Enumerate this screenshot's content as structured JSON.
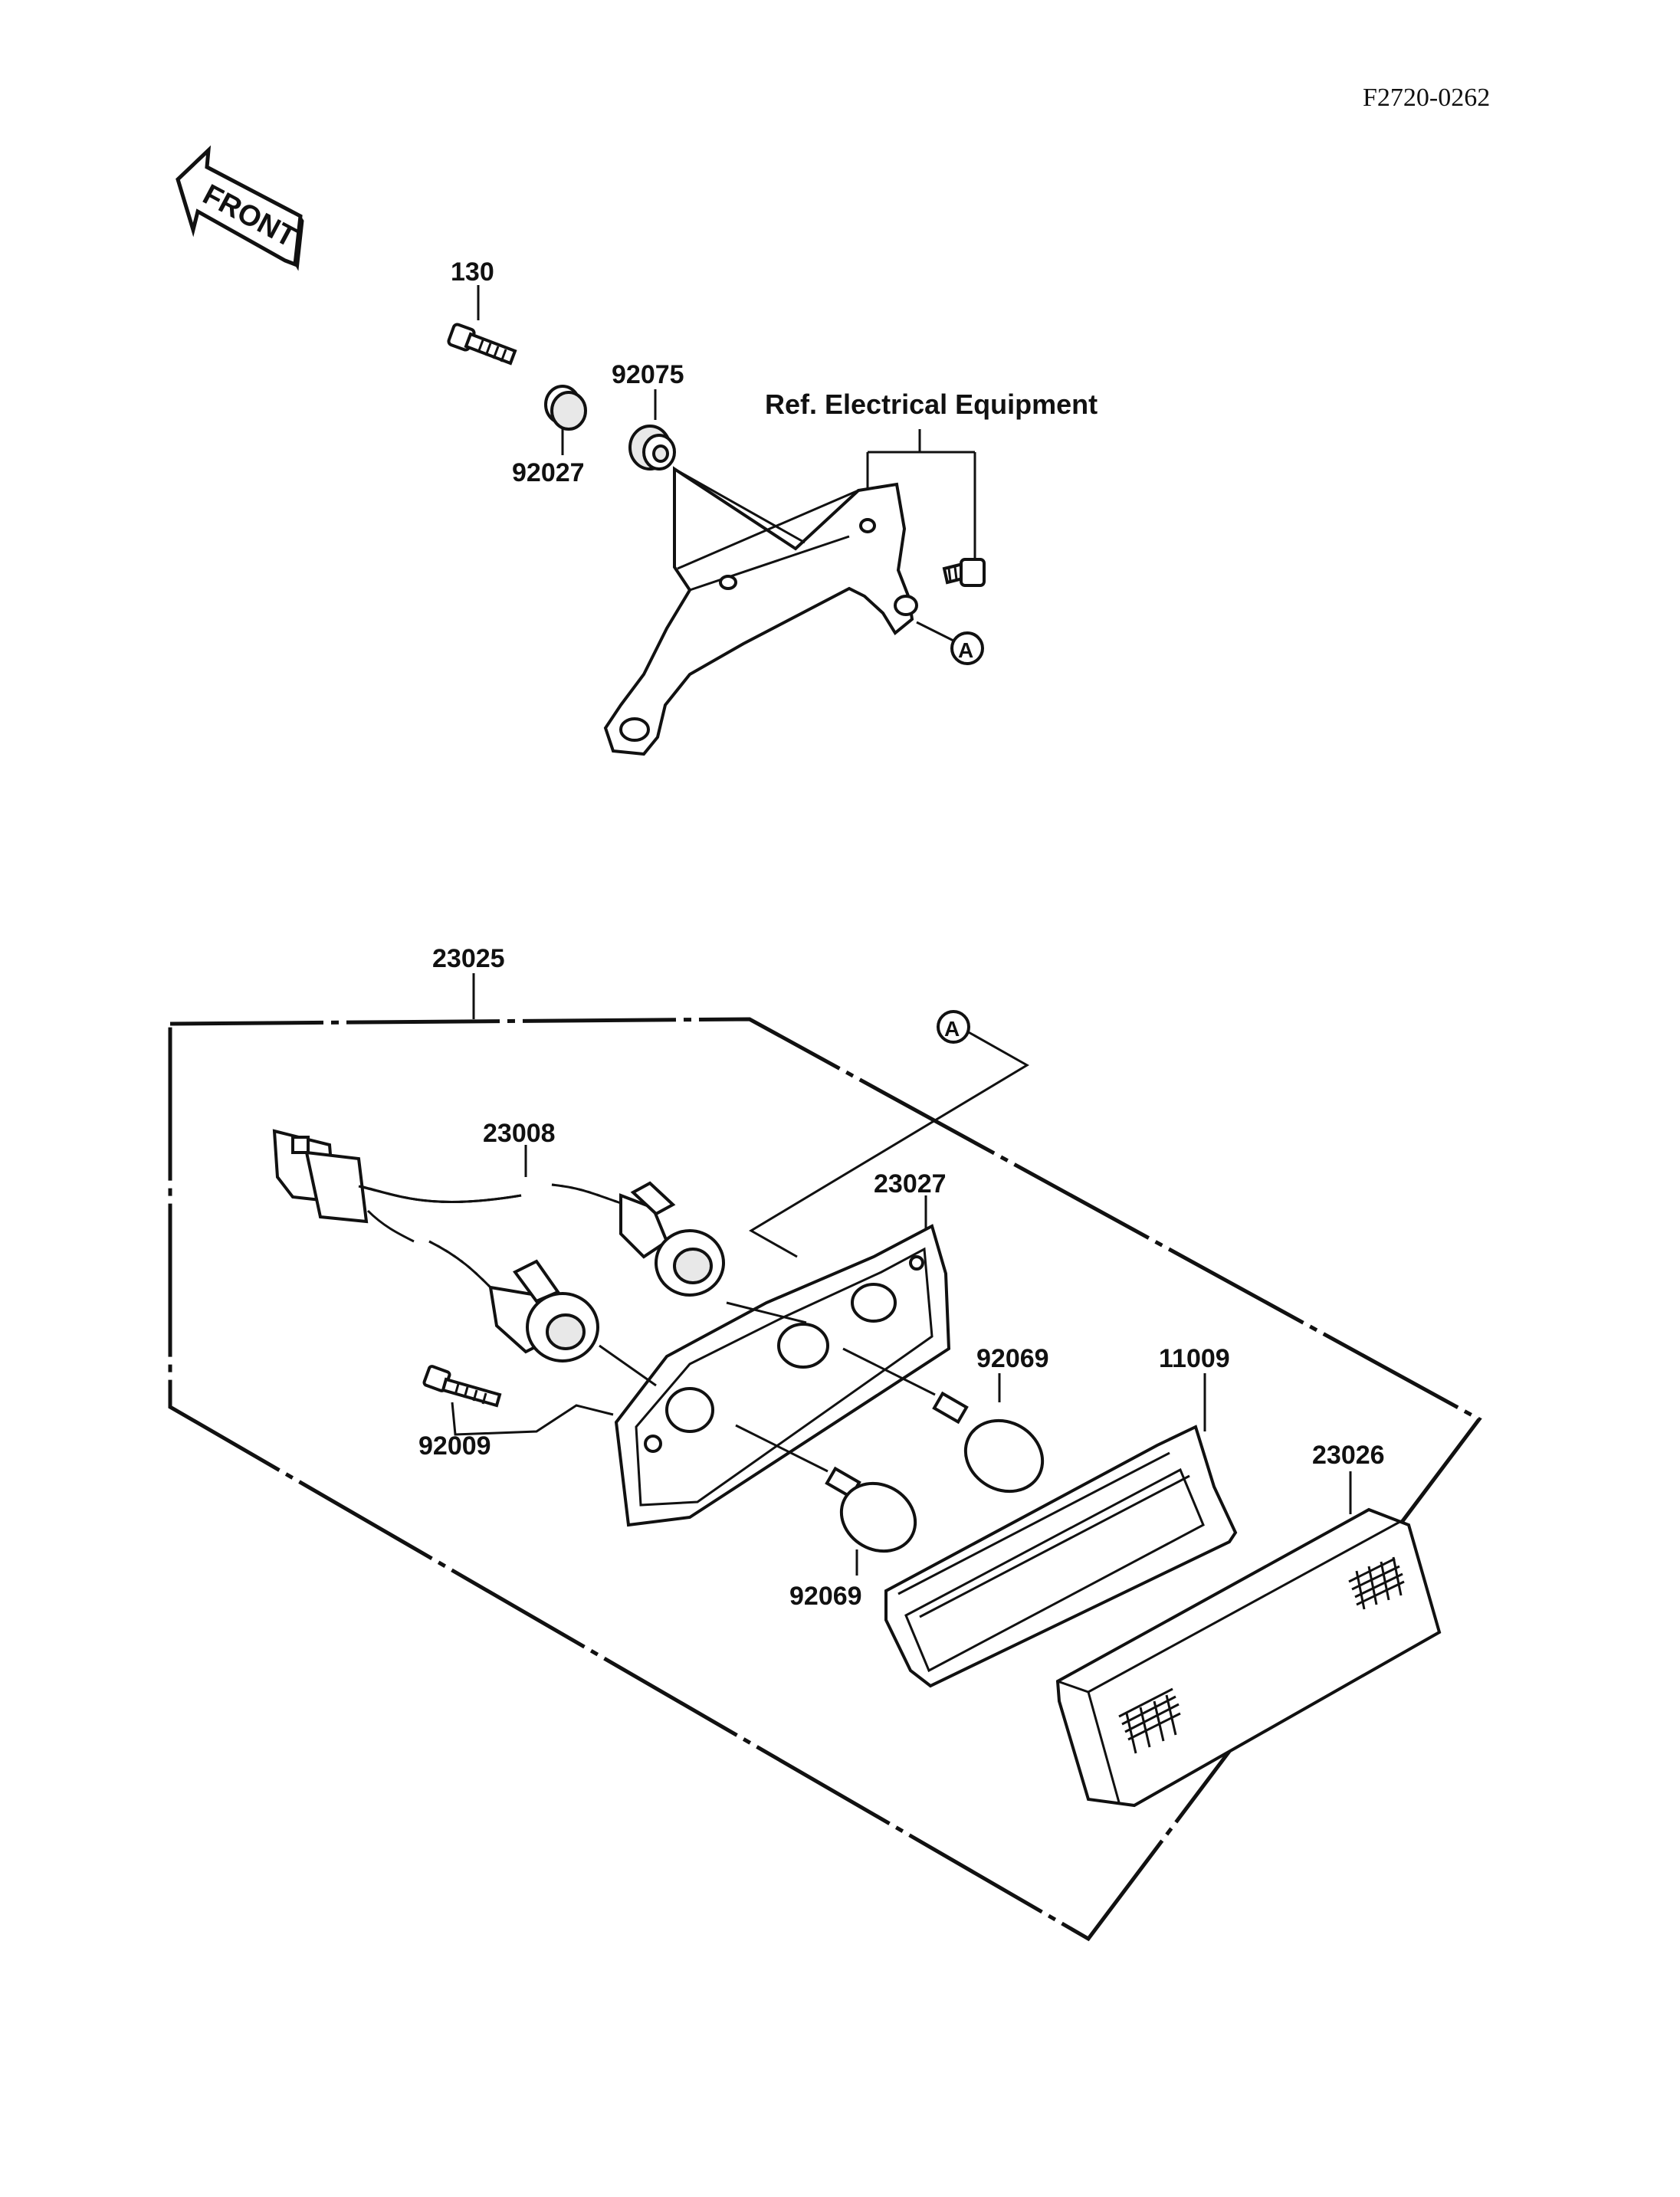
{
  "ref_code": "F2720-0262",
  "front_label": "FRONT",
  "ref_note": "Ref. Electrical Equipment",
  "marker": "A",
  "part_numbers": {
    "bolt_130": "130",
    "collar_92027": "92027",
    "grommet_92075": "92075",
    "assembly_23025": "23025",
    "harness_23008": "23008",
    "housing_23027": "23027",
    "bulb_92069_a": "92069",
    "bulb_92069_b": "92069",
    "screw_92009": "92009",
    "gasket_11009": "11009",
    "lens_23026": "23026"
  }
}
